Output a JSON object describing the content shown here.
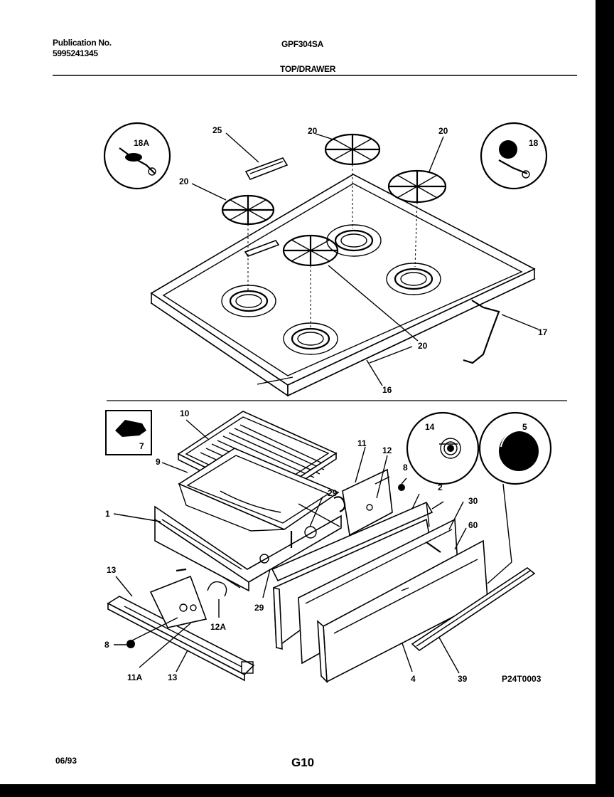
{
  "header": {
    "publication_label": "Publication No.",
    "publication_number": "5995241345",
    "model": "GPF304SA",
    "section": "TOP/DRAWER"
  },
  "diagram": {
    "part_numbers": {
      "p18a": "18A",
      "p25": "25",
      "p20_top": "20",
      "p20_right": "20",
      "p18": "18",
      "p20_left": "20",
      "p17": "17",
      "p20_center": "20",
      "p16": "16",
      "p10": "10",
      "p7": "7",
      "p9": "9",
      "p11": "11",
      "p12": "12",
      "p14": "14",
      "p5": "5",
      "p8_top": "8",
      "p2": "2",
      "p1": "1",
      "p29_top": "29",
      "p30": "30",
      "p60": "60",
      "p13_top": "13",
      "p29_bottom": "29",
      "p12a": "12A",
      "p8_bottom": "8",
      "p11a": "11A",
      "p13_bottom": "13",
      "p4": "4",
      "p39": "39"
    },
    "drawing_code": "P24T0003"
  },
  "footer": {
    "date": "06/93",
    "page": "G10"
  }
}
